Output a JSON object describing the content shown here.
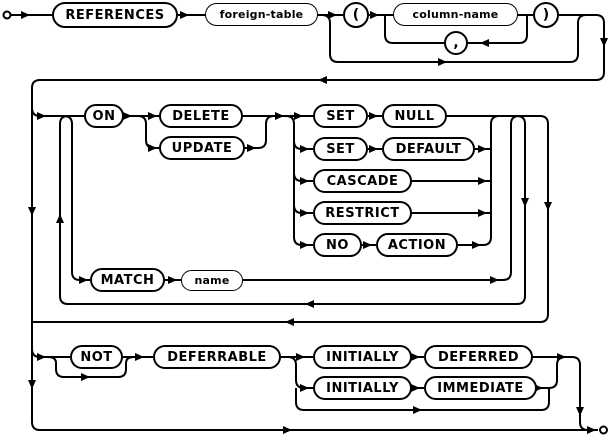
{
  "diagram": {
    "kind": "railroad-syntax-diagram",
    "colors": {
      "line": "#000000",
      "node_fill": "#ffffff",
      "text": "#000000",
      "background": "#ffffff"
    },
    "nodes": {
      "references": "REFERENCES",
      "foreign_table": "foreign-table",
      "open_paren": "(",
      "column_name": "column-name",
      "close_paren": ")",
      "comma": ",",
      "on": "ON",
      "delete": "DELETE",
      "update": "UPDATE",
      "set1": "SET",
      "null": "NULL",
      "set2": "SET",
      "default": "DEFAULT",
      "cascade": "CASCADE",
      "restrict": "RESTRICT",
      "no": "NO",
      "action": "ACTION",
      "match": "MATCH",
      "name": "name",
      "not": "NOT",
      "deferrable": "DEFERRABLE",
      "initially1": "INITIALLY",
      "deferred": "DEFERRED",
      "initially2": "INITIALLY",
      "immediate": "IMMEDIATE"
    }
  }
}
